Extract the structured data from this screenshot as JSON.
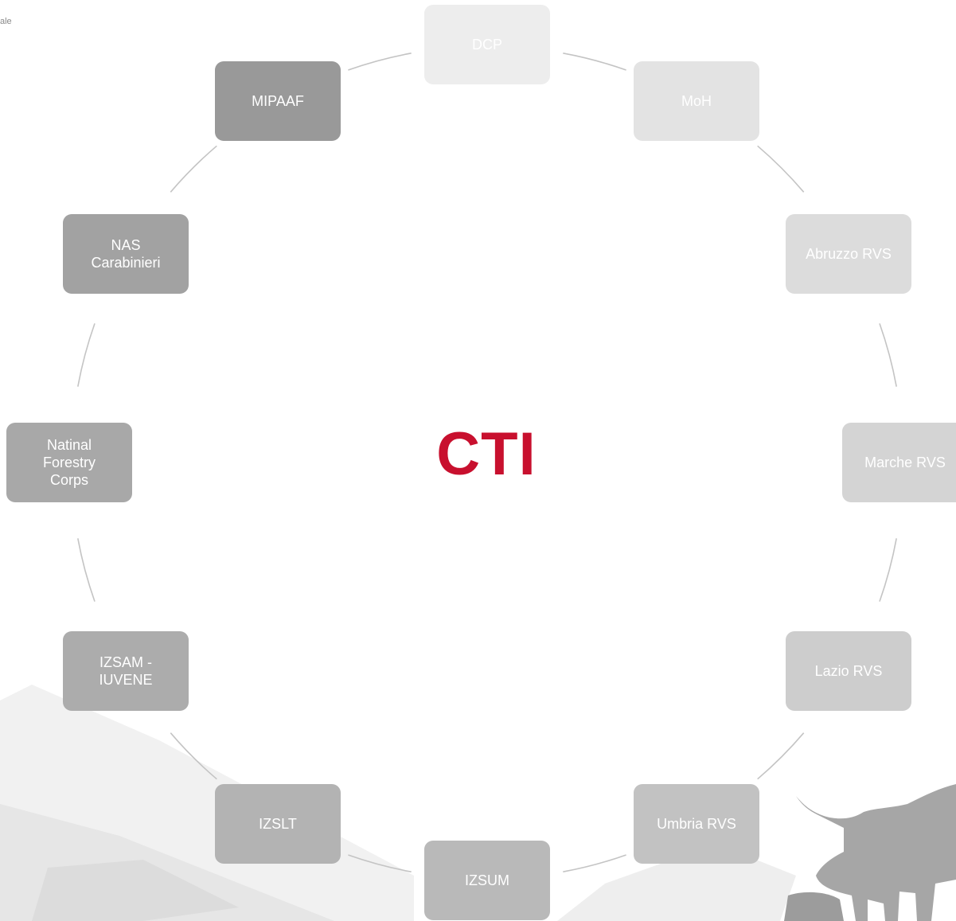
{
  "corner_text": "ale",
  "center": {
    "label": "CTI",
    "color": "#c8102e"
  },
  "nodes": [
    {
      "label": "DCP",
      "fill": "#ededed"
    },
    {
      "label": "MoH",
      "fill": "#e3e3e3"
    },
    {
      "label": "Abruzzo RVS",
      "fill": "#dcdcdc"
    },
    {
      "label": "Marche RVS",
      "fill": "#d4d4d4"
    },
    {
      "label": "Lazio RVS",
      "fill": "#cdcdcd"
    },
    {
      "label": "Umbria RVS",
      "fill": "#c2c2c2"
    },
    {
      "label": "IZSUM",
      "fill": "#b9b9b9"
    },
    {
      "label": "IZSLT",
      "fill": "#b3b3b3"
    },
    {
      "label": "IZSAM -\nIUVENE",
      "fill": "#acacac"
    },
    {
      "label": "Natinal\nForestry\nCorps",
      "fill": "#a8a8a8"
    },
    {
      "label": "NAS\nCarabinieri",
      "fill": "#a2a2a2"
    },
    {
      "label": "MIPAAF",
      "fill": "#999999"
    }
  ]
}
